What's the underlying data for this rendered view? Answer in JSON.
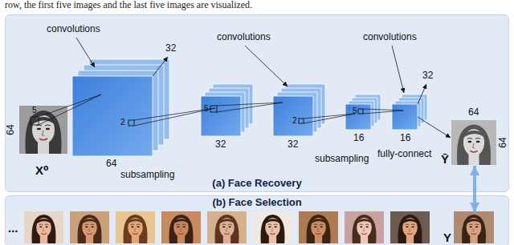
{
  "diagram": {
    "nodes": [
      {
        "text": [
          "(a) Face Recovery"
        ]
      },
      {
        "text": [
          "Ȳ"
        ],
        "in": 0
      },
      {
        "text": [
          "(b) Face Selection"
        ]
      },
      {
        "text": [
          "Y"
        ],
        "in": 2
      }
    ],
    "edges": [
      {
        "from": 1,
        "to": 3,
        "arrow": "both"
      }
    ],
    "labels": [
      "row, the first five images and the last five images are visualized.",
      "convolutions",
      "32",
      "5",
      "64",
      "64",
      "2",
      "subsampling",
      "32",
      "convolutions",
      "5",
      "32",
      "2",
      "subsampling",
      "convolutions",
      "32",
      "5",
      "16",
      "16",
      "fully-connect",
      "X⁰",
      "64",
      "64",
      "..."
    ]
  }
}
